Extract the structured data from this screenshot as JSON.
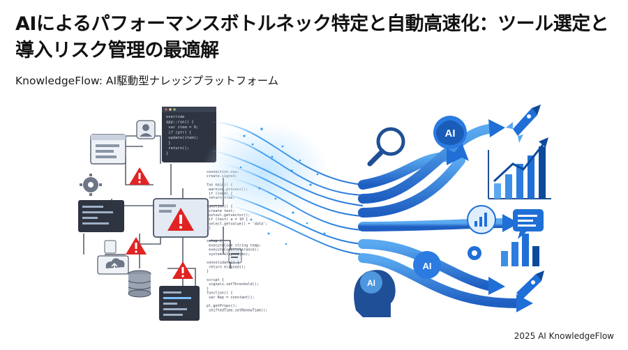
{
  "header": {
    "title": "AIによるパフォーマンスボトルネック特定と自動高速化：ツール選定と導入リスク管理の最適解",
    "subtitle": "KnowledgeFlow: AI駆動型ナレッジプラットフォーム"
  },
  "illustration": {
    "ai_badges": [
      "AI",
      "AI",
      "AI"
    ],
    "code_lines_top": [
      "override",
      "app::run() {",
      "  var item = 0;",
      "  if (ptr) {",
      "    update(item);",
      "  }",
      "  return();",
      "}"
    ],
    "code_lines_right": [
      "connection.new;",
      "create.signed;",
      "",
      "fun main() {",
      "  warning.process();",
      "  if (cond) {",
      "  return true;",
      "",
      "function() {",
      "  create test;",
      "  ostool.getvector();",
      "  if (test) a = 10 {",
      "   select.getvalue() + 'data';",
      "  }",
      "}",
      "",
      "setup {",
      "  executeCode string temp;",
      "  executeCode(tolerance);",
      "  system.elapsed(ms);",
      "",
      "consolidate() {",
      "  return elapsed();",
      "}",
      "",
      "script {",
      "  signals.setThreshold();",
      "}",
      "function() {",
      "  var Rep = constant();",
      "",
      "  pl.getProps();",
      "  shiftedTime.setRenewTime();"
    ],
    "code_lines_bottom_left": [
      "==== ==",
      "== ====",
      "====",
      "== == ===",
      "=== =",
      "=== ==="
    ],
    "colors": {
      "primary_blue": "#1f6fd6",
      "dark_blue": "#0e4a9c",
      "light_blue": "#5aa9f0",
      "alert_red": "#e02424",
      "code_bg": "#2e3440",
      "line_grey": "#5a6270"
    }
  },
  "footer": {
    "copyright": "2025 AI KnowledgeFlow"
  }
}
